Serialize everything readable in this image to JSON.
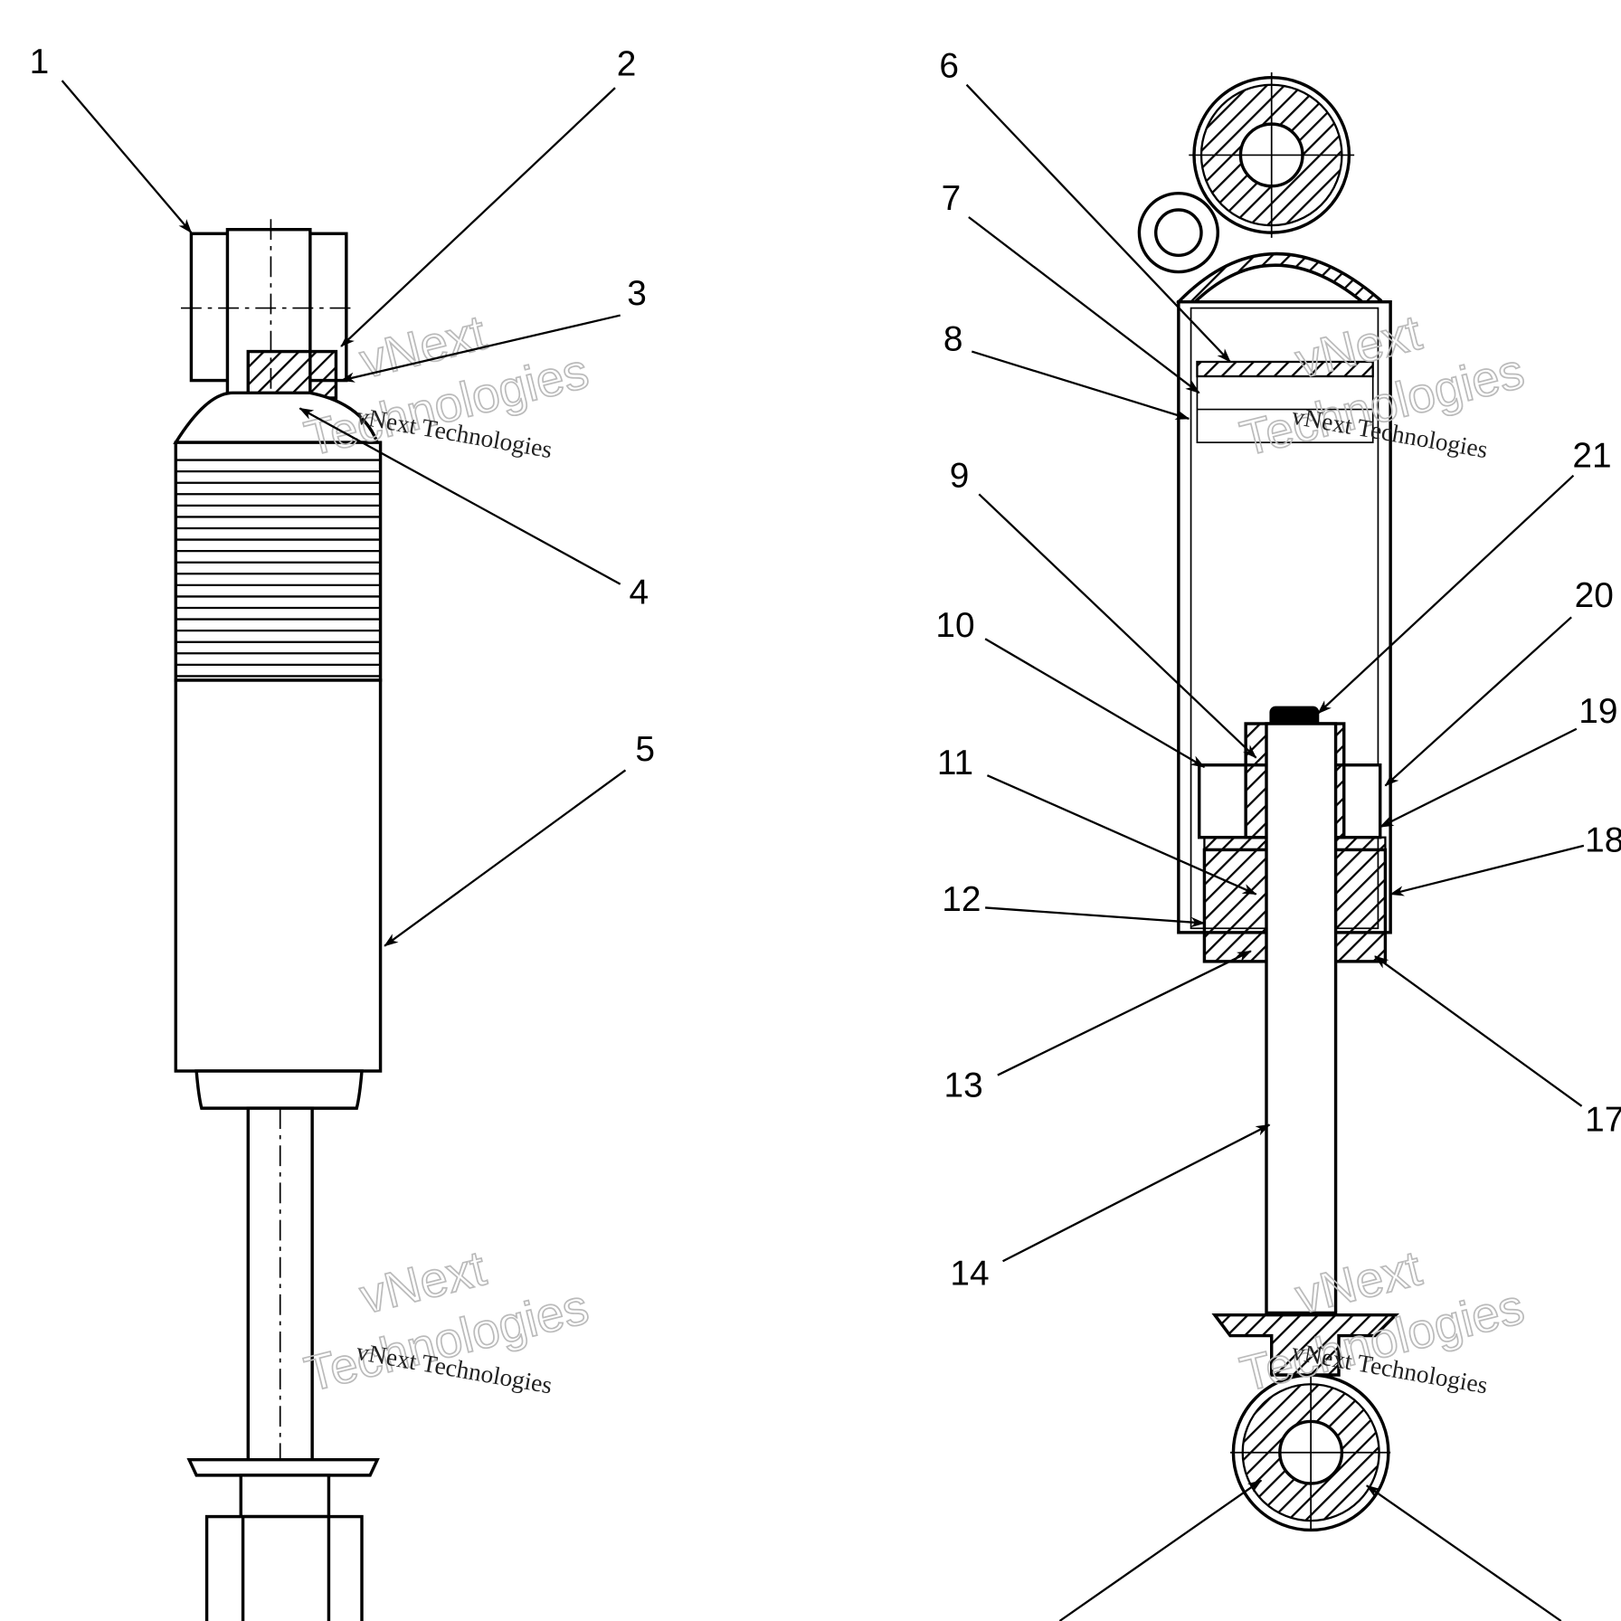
{
  "labels": [
    "1",
    "2",
    "3",
    "4",
    "5",
    "6",
    "7",
    "8",
    "9",
    "10",
    "11",
    "12",
    "13",
    "14",
    "17",
    "18",
    "19",
    "20",
    "21"
  ],
  "watermark": {
    "line1": "vNext",
    "line2": "Technologies",
    "small": "vNext Technologies"
  },
  "colors": {
    "ink": "#000000",
    "watermark": "#bbbbbb"
  }
}
